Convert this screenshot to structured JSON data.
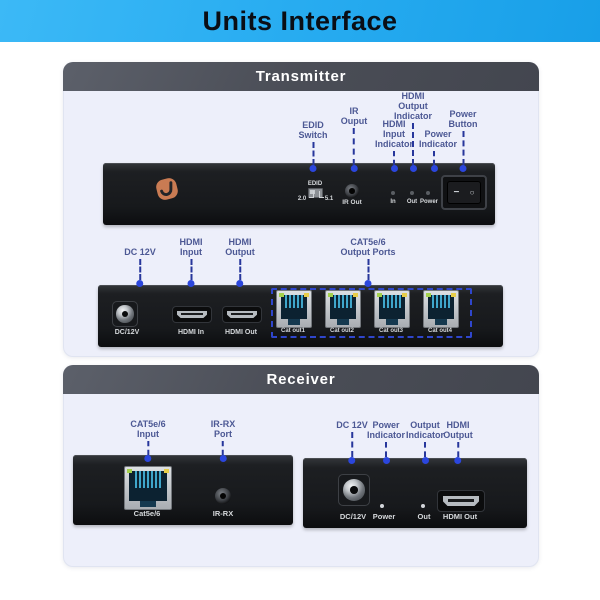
{
  "banner": {
    "title": "Units Interface"
  },
  "transmitter": {
    "title": "Transmitter",
    "front_callouts": [
      "EDID\nSwitch",
      "IR\nOuput",
      "HDMI\nInput\nIndicator",
      "HDMI\nOutput\nIndicator",
      "Power\nIndicator",
      "Power\nButton"
    ],
    "front_panel": {
      "edid_title": "EDID",
      "edid_pos_left": "2.0",
      "edid_pos_right": "5.1",
      "ir_label": "IR Out",
      "leds": [
        "In",
        "Out",
        "Power"
      ],
      "power_switch": {
        "left_mark": "−",
        "right_mark": "○"
      }
    },
    "rear_callouts": [
      "DC 12V",
      "HDMI\nInput",
      "HDMI\nOutput",
      "CAT5e/6\nOutput Ports"
    ],
    "rear_panel": {
      "dc_label": "DC/12V",
      "hdmi_in_label": "HDMI In",
      "hdmi_out_label": "HDMI Out",
      "cat_port_labels": [
        "Cat out1",
        "Cat out2",
        "Cat out3",
        "Cat out4"
      ]
    }
  },
  "receiver": {
    "title": "Receiver",
    "left_callouts": [
      "CAT5e/6\nInput",
      "IR-RX\nPort"
    ],
    "left_panel": {
      "cat_label": "Cat5e/6",
      "ir_label": "IR-RX"
    },
    "right_callouts": [
      "DC 12V",
      "Power\nIndicator",
      "Output\nIndicator",
      "HDMI\nOutput"
    ],
    "right_panel": {
      "dc_label": "DC/12V",
      "power_label": "Power",
      "out_label": "Out",
      "hdmi_label": "HDMI Out"
    }
  },
  "colors": {
    "banner_blue": "#29adf1",
    "header_slate": "#4a4d56",
    "label_blue": "#4c5894",
    "leader_dot_blue": "#2b46dd",
    "panel_bg": "#edeffa",
    "logo_orange": "#c97b53"
  }
}
